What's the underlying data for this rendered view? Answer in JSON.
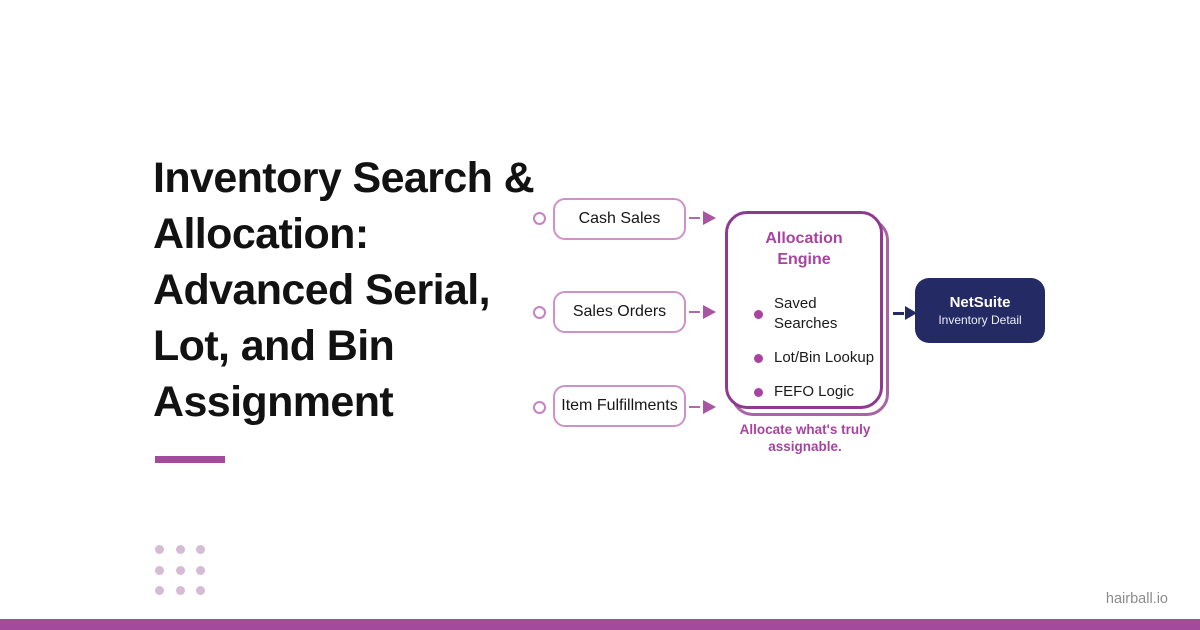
{
  "card": {
    "title_lines": [
      "Inventory Search &",
      "Allocation:",
      "Advanced Serial,",
      "Lot, and Bin",
      "Assignment"
    ],
    "brand": "hairball.io"
  },
  "diagram": {
    "sources": [
      {
        "label": "Cash Sales"
      },
      {
        "label": "Sales Orders"
      },
      {
        "label": "Item Fulfillments"
      }
    ],
    "engine": {
      "title_lines": [
        "Allocation",
        "Engine"
      ],
      "items": [
        "Saved Searches",
        "Lot/Bin Lookup",
        "FEFO Logic"
      ]
    },
    "caption": "Allocate what's truly assignable.",
    "target": {
      "name": "NetSuite",
      "detail": "Inventory Detail"
    }
  },
  "icons": [
    "node-circle-icon",
    "arrow-right-icon",
    "bullet-dot-icon",
    "dots-grid-pattern"
  ],
  "colors": {
    "accent_bar": "#a34a9c",
    "engine_border": "#8e3a8e",
    "engine_shadow": "#a964a4",
    "engine_text": "#a8439f",
    "light_box_border": "#cd92c8",
    "circle_ring": "#c583c1",
    "light_arrow": "#b06aab",
    "navy": "#242a64",
    "title_text": "#121212",
    "dot_pattern": "#d5bcd4",
    "brand_text": "#8b8b8b"
  }
}
